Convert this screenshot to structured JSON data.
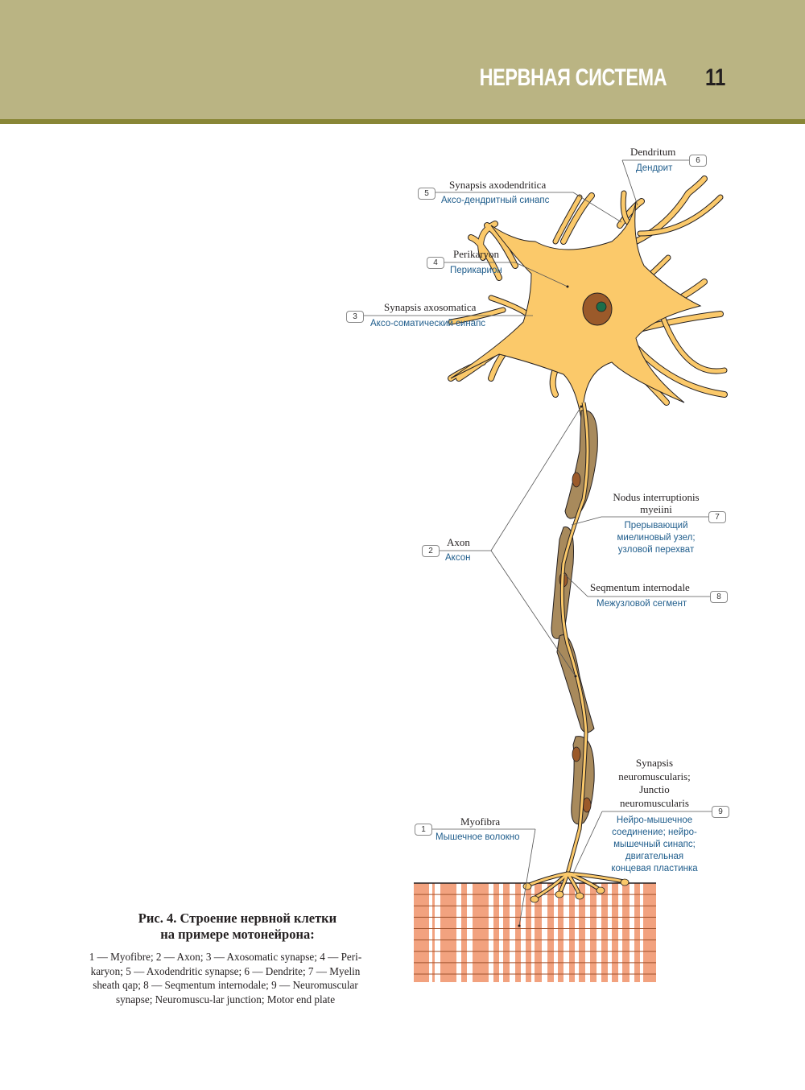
{
  "header": {
    "chapter_title": "НЕРВНАЯ СИСТЕМА",
    "page_number": "11",
    "colors": {
      "band": "#bab483",
      "rule": "#898636"
    }
  },
  "figure": {
    "colors": {
      "neuron": "#fbc96a",
      "myelin": "#a88a5c",
      "nucleus": "#9b5a2a",
      "nucleolus": "#1b6e4a",
      "muscle": "#f2a27f",
      "muscle_line": "#a0522d",
      "latin_text": "#231f20",
      "russian_text": "#1f5d8c"
    },
    "labels": [
      {
        "num": "6",
        "latin": "Dendritum",
        "russian": "Дендрит"
      },
      {
        "num": "5",
        "latin": "Synapsis axodendritica",
        "russian": "Аксо-дендритный синапс"
      },
      {
        "num": "4",
        "latin": "Perikaryon",
        "russian": "Перикарион"
      },
      {
        "num": "3",
        "latin": "Synapsis axosomatica",
        "russian": "Аксо-соматический синапс"
      },
      {
        "num": "7",
        "latin_lines": [
          "Nodus interruptionis",
          "myeiini"
        ],
        "russian_lines": [
          "Прерывающий",
          "миелиновый узел;",
          "узловой перехват"
        ]
      },
      {
        "num": "2",
        "latin": "Axon",
        "russian": "Аксон"
      },
      {
        "num": "8",
        "latin": "Seqmentum internodale",
        "russian": "Межузловой сегмент"
      },
      {
        "num": "9",
        "latin_lines": [
          "Synapsis",
          "neuromuscularis;",
          "Junctio",
          "neuromuscularis"
        ],
        "russian_lines": [
          "Нейро-мышечное",
          "соединение; нейро-",
          "мышечный синапс;",
          "двигательная",
          "концевая пластинка"
        ]
      },
      {
        "num": "1",
        "latin": "Myofibra",
        "russian": "Мышечное волокно"
      }
    ]
  },
  "caption": {
    "title_lines": [
      "Рис. 4. Строение нервной клетки",
      "на примере мотонейрона:"
    ],
    "body_lines": [
      "1 — Myofibre; 2 — Axon; 3 — Axosomatic synapse; 4 — Peri-",
      "karyon; 5 — Axodendritic synapse; 6 — Dendrite; 7 — Myelin",
      "sheath qap; 8 — Seqmentum internodale; 9 — Neuromuscular",
      "synapse; Neuromuscu-lar junction; Motor end plate"
    ]
  }
}
